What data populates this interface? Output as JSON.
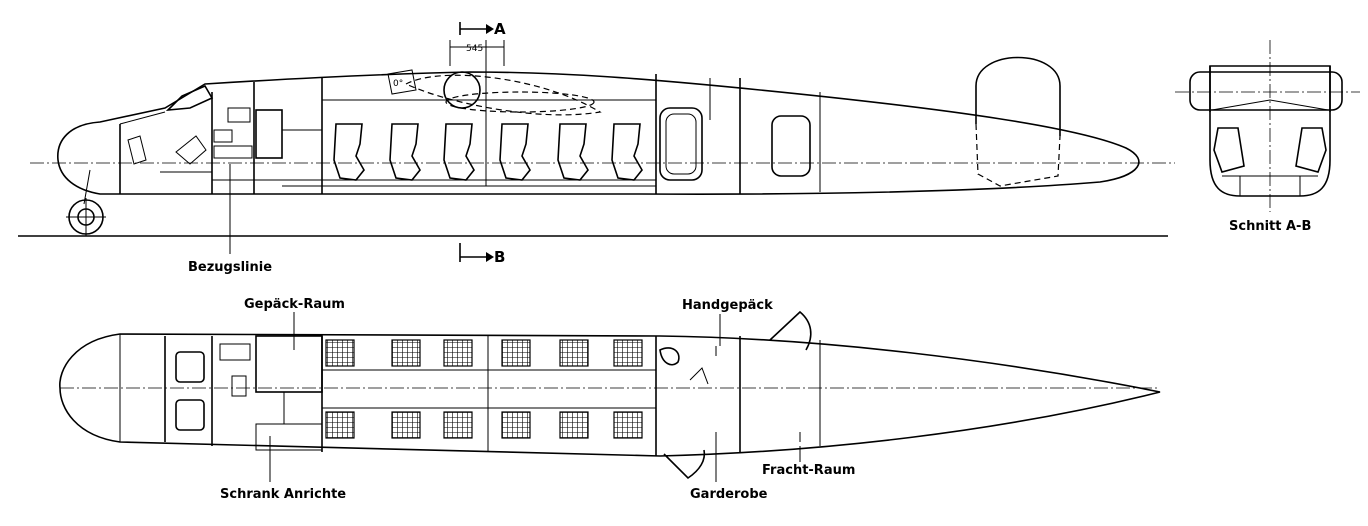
{
  "section_markers": {
    "a": "A",
    "b": "B"
  },
  "dimension": "545",
  "angle": "0°",
  "labels": {
    "reference_line": "Bezugslinie",
    "section_view": "Schnitt A-B",
    "baggage_room": "Gepäck-Raum",
    "hand_luggage": "Handgepäck",
    "cabinet_pantry": "Schrank Anrichte",
    "wardrobe": "Garderobe",
    "cargo_room": "Fracht-Raum"
  }
}
